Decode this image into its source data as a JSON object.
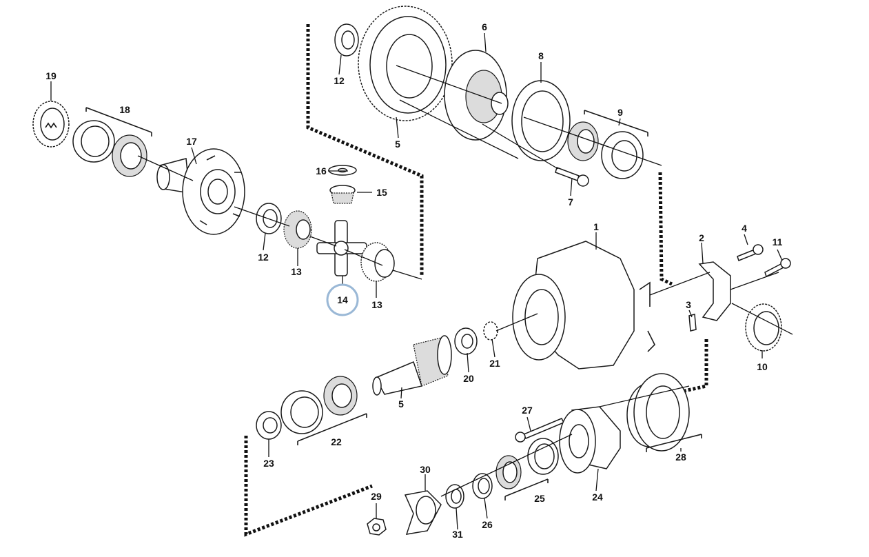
{
  "diagram": {
    "highlight_color": "#9ab8d6",
    "labels": [
      {
        "id": "p1",
        "text": "1"
      },
      {
        "id": "p2",
        "text": "2"
      },
      {
        "id": "p3",
        "text": "3"
      },
      {
        "id": "p4",
        "text": "4"
      },
      {
        "id": "p5a",
        "text": "5"
      },
      {
        "id": "p5b",
        "text": "5"
      },
      {
        "id": "p6",
        "text": "6"
      },
      {
        "id": "p7",
        "text": "7"
      },
      {
        "id": "p8",
        "text": "8"
      },
      {
        "id": "p9",
        "text": "9"
      },
      {
        "id": "p10",
        "text": "10"
      },
      {
        "id": "p11",
        "text": "11"
      },
      {
        "id": "p12a",
        "text": "12"
      },
      {
        "id": "p12b",
        "text": "12"
      },
      {
        "id": "p13a",
        "text": "13"
      },
      {
        "id": "p13b",
        "text": "13"
      },
      {
        "id": "p14",
        "text": "14",
        "highlighted": true
      },
      {
        "id": "p15",
        "text": "15"
      },
      {
        "id": "p16",
        "text": "16"
      },
      {
        "id": "p17",
        "text": "17"
      },
      {
        "id": "p18",
        "text": "18"
      },
      {
        "id": "p19",
        "text": "19"
      },
      {
        "id": "p20",
        "text": "20"
      },
      {
        "id": "p21",
        "text": "21"
      },
      {
        "id": "p22",
        "text": "22"
      },
      {
        "id": "p23",
        "text": "23"
      },
      {
        "id": "p24",
        "text": "24"
      },
      {
        "id": "p25",
        "text": "25"
      },
      {
        "id": "p26",
        "text": "26"
      },
      {
        "id": "p27",
        "text": "27"
      },
      {
        "id": "p28",
        "text": "28"
      },
      {
        "id": "p29",
        "text": "29"
      },
      {
        "id": "p30",
        "text": "30"
      },
      {
        "id": "p31",
        "text": "31"
      }
    ]
  }
}
